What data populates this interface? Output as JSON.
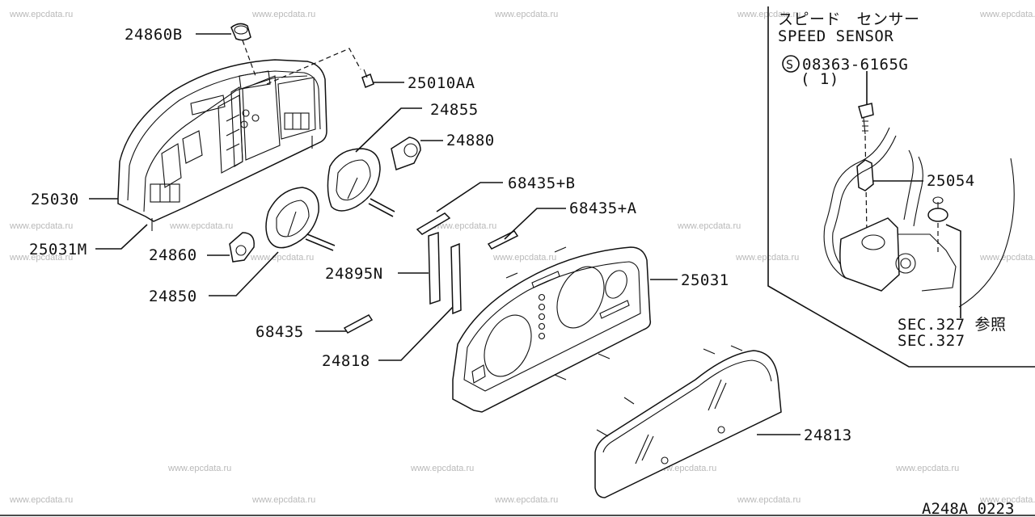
{
  "watermark": "www.epcdata.ru",
  "sensor_box": {
    "title_jp": "スピード　センサー",
    "title_en": "SPEED SENSOR",
    "bolt_symbol": "S",
    "bolt_part": "08363-6165G",
    "bolt_qty": "( 1)",
    "part_25054": "25054",
    "ref_jp": "SEC.327 参照",
    "ref_en": "SEC.327"
  },
  "callouts": {
    "p24860b": "24860B",
    "p25010aa": "25010AA",
    "p24855": "24855",
    "p24880": "24880",
    "p68435b": "68435+B",
    "p68435a": "68435+A",
    "p25030": "25030",
    "p25031m": "25031M",
    "p24860": "24860",
    "p24850": "24850",
    "p24895n": "24895N",
    "p25031": "25031",
    "p68435": "68435",
    "p24818": "24818",
    "p24813": "24813"
  },
  "diagram_code": "A248A 0223"
}
